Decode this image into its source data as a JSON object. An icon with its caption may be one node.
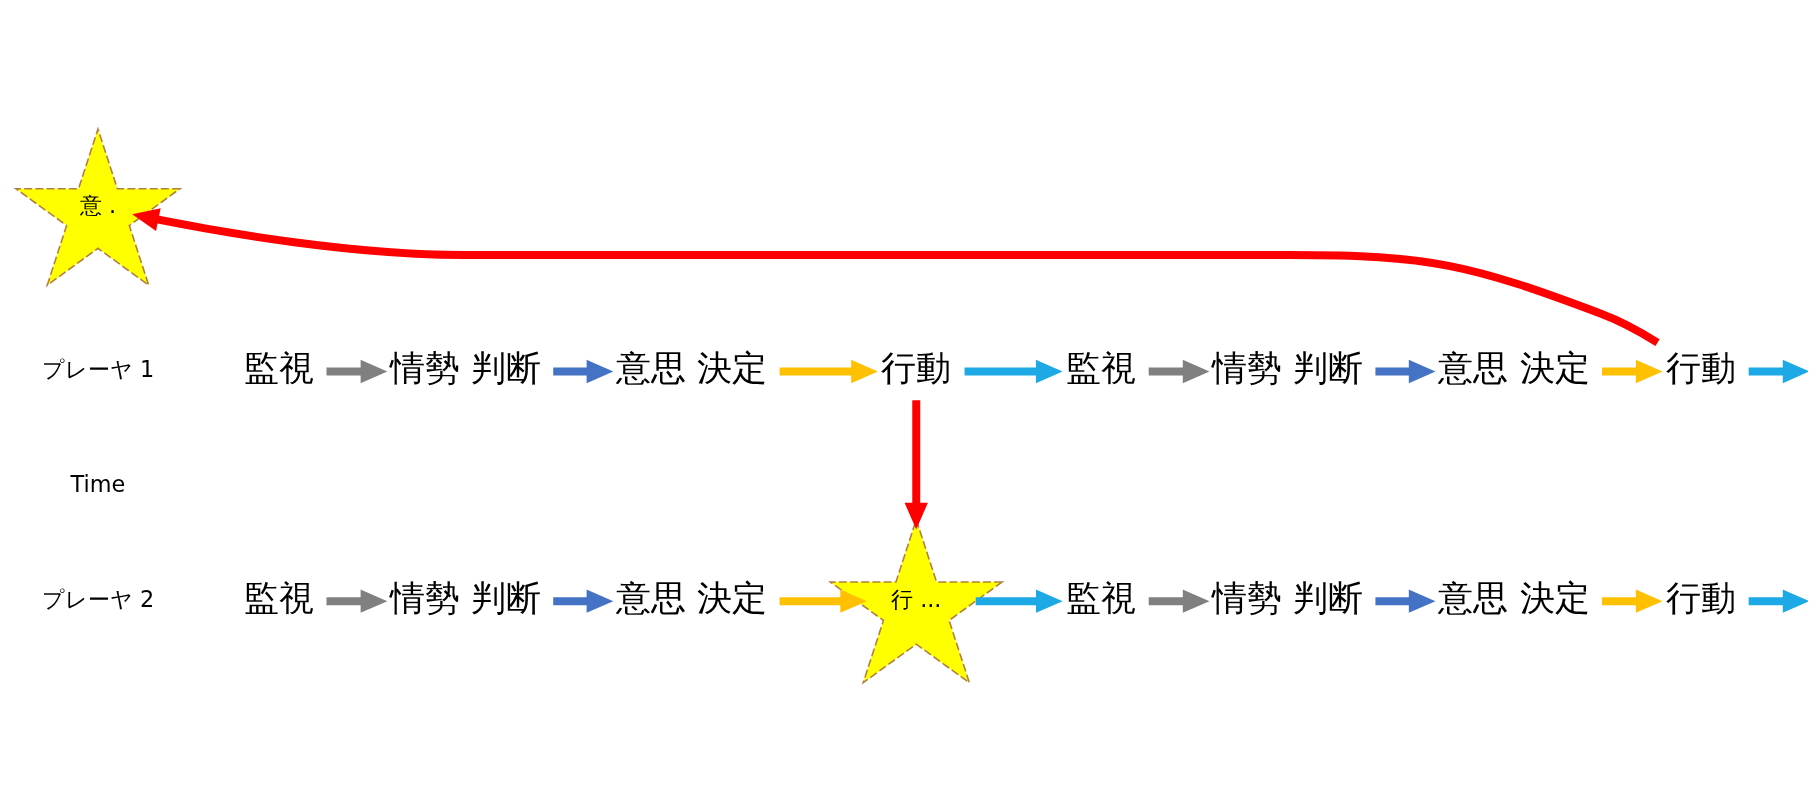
{
  "diagram": {
    "nodes": [
      {
        "text": [
          "監視"
        ]
      },
      {
        "text": [
          "情勢 判断"
        ]
      },
      {
        "text": [
          "意思 決定"
        ]
      },
      {
        "text": [
          "行動"
        ]
      },
      {
        "text": [
          "監視"
        ]
      },
      {
        "text": [
          "情勢 判断"
        ]
      },
      {
        "text": [
          "意思 決定"
        ]
      },
      {
        "text": [
          "行動"
        ]
      },
      {
        "text": [
          "監視"
        ]
      },
      {
        "text": [
          "情勢 判断"
        ]
      },
      {
        "text": [
          "意思 決定"
        ]
      },
      {
        "text": [
          "行 ..."
        ]
      },
      {
        "text": [
          "監視"
        ]
      },
      {
        "text": [
          "情勢 判断"
        ]
      },
      {
        "text": [
          "意思 決定"
        ]
      },
      {
        "text": [
          "意 ."
        ]
      },
      {
        "text": [
          "行動"
        ]
      }
    ],
    "edges": [
      {
        "from": 0,
        "to": 1,
        "arrow": "to",
        "color": "#808080"
      },
      {
        "from": 1,
        "to": 2,
        "arrow": "to",
        "color": "#4472c4"
      },
      {
        "from": 2,
        "to": 3,
        "arrow": "to",
        "color": "#ffc000"
      },
      {
        "from": 3,
        "to": 4,
        "arrow": "to",
        "color": "#1ca9e6"
      },
      {
        "from": 4,
        "to": 5,
        "arrow": "to",
        "color": "#808080"
      },
      {
        "from": 5,
        "to": 6,
        "arrow": "to",
        "color": "#4472c4"
      },
      {
        "from": 6,
        "to": 7,
        "arrow": "to",
        "color": "#ffc000"
      },
      {
        "from": 7,
        "to": null,
        "arrow": "to",
        "color": "#1ca9e6"
      },
      {
        "from": 8,
        "to": 9,
        "arrow": "to",
        "color": "#808080"
      },
      {
        "from": 9,
        "to": 10,
        "arrow": "to",
        "color": "#4472c4"
      },
      {
        "from": 10,
        "to": 11,
        "arrow": "to",
        "color": "#ffc000"
      },
      {
        "from": 11,
        "to": 12,
        "arrow": "to",
        "color": "#1ca9e6"
      },
      {
        "from": 12,
        "to": 13,
        "arrow": "to",
        "color": "#808080"
      },
      {
        "from": 13,
        "to": 14,
        "arrow": "to",
        "color": "#4472c4"
      },
      {
        "from": 14,
        "to": 16,
        "arrow": "to",
        "color": "#ffc000"
      },
      {
        "from": 16,
        "to": null,
        "arrow": "to",
        "color": "#1ca9e6"
      },
      {
        "from": 3,
        "to": 11,
        "arrow": "to",
        "color": "#ff0000"
      },
      {
        "from": 7,
        "to": 15,
        "arrow": "to",
        "color": "#ff0000"
      }
    ],
    "labels": [
      "プレーヤ 1",
      "Time",
      "プレーヤ 2"
    ]
  }
}
